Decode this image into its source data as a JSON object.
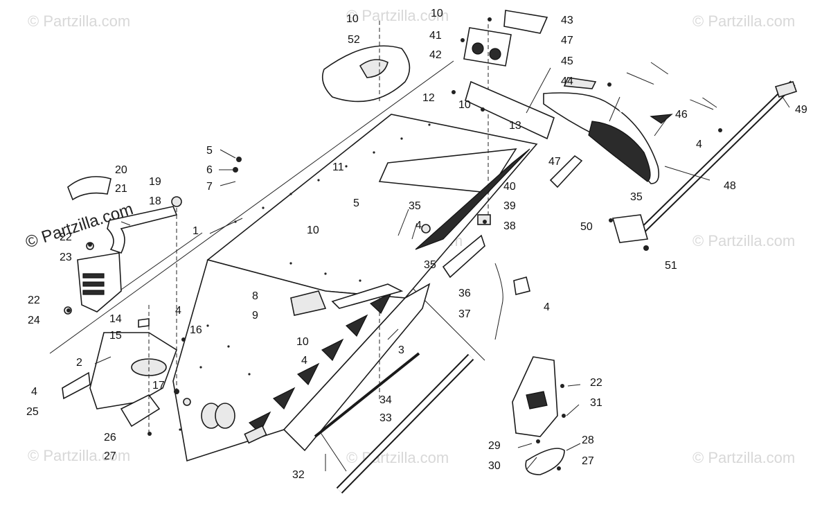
{
  "watermark": {
    "text": "© Partzilla.com"
  },
  "callouts": [
    {
      "id": "c1",
      "text": "1"
    },
    {
      "id": "c2",
      "text": "2"
    },
    {
      "id": "c3",
      "text": "3"
    },
    {
      "id": "c4a",
      "text": "4"
    },
    {
      "id": "c4b",
      "text": "4"
    },
    {
      "id": "c4c",
      "text": "4"
    },
    {
      "id": "c4d",
      "text": "4"
    },
    {
      "id": "c4e",
      "text": "4"
    },
    {
      "id": "c4f",
      "text": "4"
    },
    {
      "id": "c5a",
      "text": "5"
    },
    {
      "id": "c5b",
      "text": "5"
    },
    {
      "id": "c6",
      "text": "6"
    },
    {
      "id": "c7",
      "text": "7"
    },
    {
      "id": "c8",
      "text": "8"
    },
    {
      "id": "c9",
      "text": "9"
    },
    {
      "id": "c10a",
      "text": "10"
    },
    {
      "id": "c10b",
      "text": "10"
    },
    {
      "id": "c10c",
      "text": "10"
    },
    {
      "id": "c10d",
      "text": "10"
    },
    {
      "id": "c10e",
      "text": "10"
    },
    {
      "id": "c11",
      "text": "11"
    },
    {
      "id": "c12",
      "text": "12"
    },
    {
      "id": "c13",
      "text": "13"
    },
    {
      "id": "c14",
      "text": "14"
    },
    {
      "id": "c15",
      "text": "15"
    },
    {
      "id": "c16",
      "text": "16"
    },
    {
      "id": "c17",
      "text": "17"
    },
    {
      "id": "c18",
      "text": "18"
    },
    {
      "id": "c19",
      "text": "19"
    },
    {
      "id": "c20",
      "text": "20"
    },
    {
      "id": "c21",
      "text": "21"
    },
    {
      "id": "c22a",
      "text": "22"
    },
    {
      "id": "c22b",
      "text": "22"
    },
    {
      "id": "c22c",
      "text": "22"
    },
    {
      "id": "c23",
      "text": "23"
    },
    {
      "id": "c24",
      "text": "24"
    },
    {
      "id": "c25",
      "text": "25"
    },
    {
      "id": "c26",
      "text": "26"
    },
    {
      "id": "c27a",
      "text": "27"
    },
    {
      "id": "c27b",
      "text": "27"
    },
    {
      "id": "c28",
      "text": "28"
    },
    {
      "id": "c29",
      "text": "29"
    },
    {
      "id": "c30",
      "text": "30"
    },
    {
      "id": "c31",
      "text": "31"
    },
    {
      "id": "c32",
      "text": "32"
    },
    {
      "id": "c33",
      "text": "33"
    },
    {
      "id": "c34",
      "text": "34"
    },
    {
      "id": "c35a",
      "text": "35"
    },
    {
      "id": "c35b",
      "text": "35"
    },
    {
      "id": "c35c",
      "text": "35"
    },
    {
      "id": "c36",
      "text": "36"
    },
    {
      "id": "c37",
      "text": "37"
    },
    {
      "id": "c38",
      "text": "38"
    },
    {
      "id": "c39",
      "text": "39"
    },
    {
      "id": "c40",
      "text": "40"
    },
    {
      "id": "c41",
      "text": "41"
    },
    {
      "id": "c42",
      "text": "42"
    },
    {
      "id": "c43",
      "text": "43"
    },
    {
      "id": "c44",
      "text": "44"
    },
    {
      "id": "c45",
      "text": "45"
    },
    {
      "id": "c46",
      "text": "46"
    },
    {
      "id": "c47a",
      "text": "47"
    },
    {
      "id": "c47b",
      "text": "47"
    },
    {
      "id": "c48",
      "text": "48"
    },
    {
      "id": "c49",
      "text": "49"
    },
    {
      "id": "c50",
      "text": "50"
    },
    {
      "id": "c51",
      "text": "51"
    },
    {
      "id": "c52",
      "text": "52"
    }
  ]
}
